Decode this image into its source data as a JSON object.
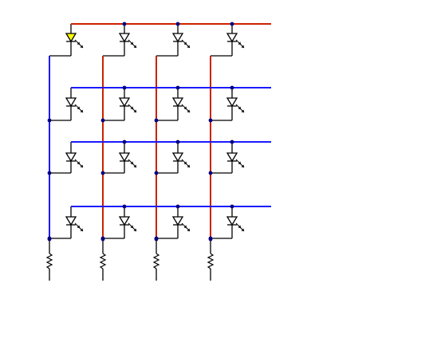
{
  "diagram": {
    "rows": 4,
    "cols": 4,
    "lit_led": {
      "row": 0,
      "col": 0
    },
    "colors": {
      "active_wire": "#cc2200",
      "row_wire": "#1a1aff",
      "wire": "#000000",
      "lit_fill": "#ffff00",
      "junction": "#000080"
    }
  }
}
